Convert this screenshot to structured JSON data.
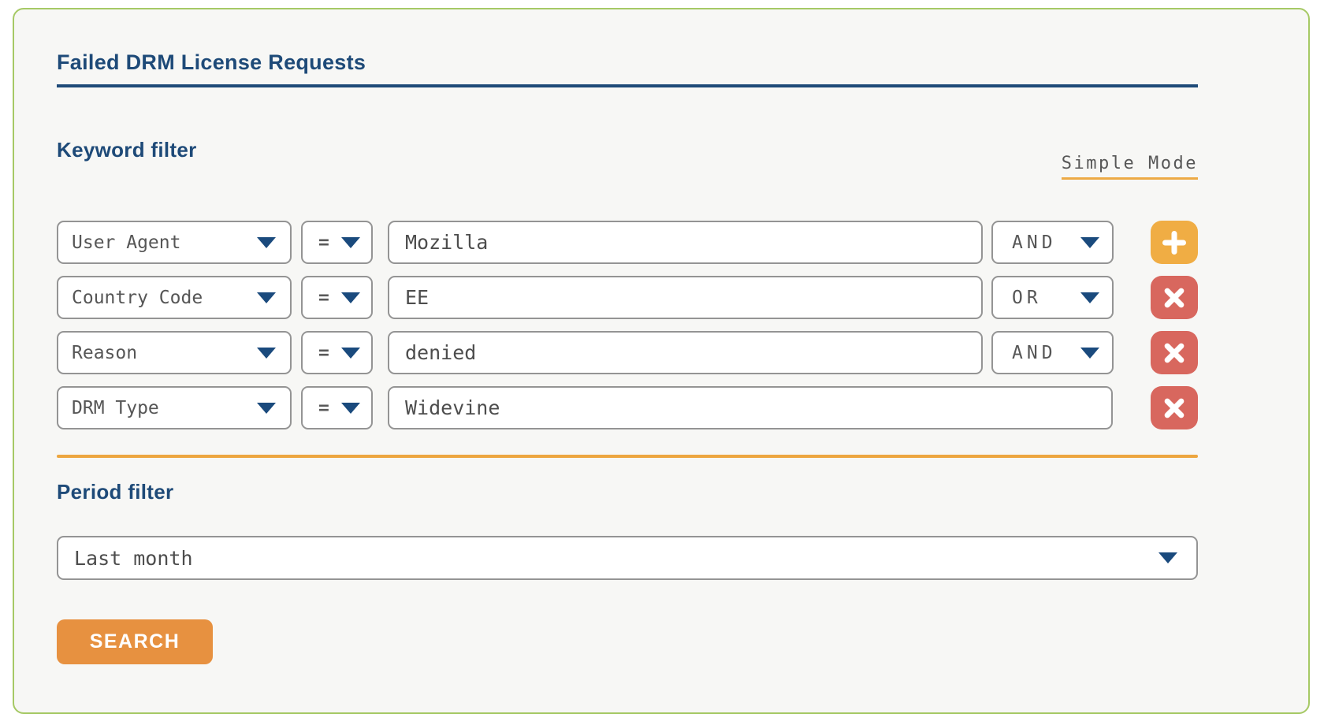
{
  "card": {
    "title": "Failed DRM License Requests",
    "keyword_filter": {
      "heading": "Keyword filter",
      "mode_toggle_label": "Simple Mode",
      "rows": [
        {
          "field": "User Agent",
          "operator": "=",
          "value": "Mozilla",
          "logic": "AND",
          "action": "add"
        },
        {
          "field": "Country Code",
          "operator": "=",
          "value": "EE",
          "logic": "OR",
          "action": "remove"
        },
        {
          "field": "Reason",
          "operator": "=",
          "value": "denied",
          "logic": "AND",
          "action": "remove"
        },
        {
          "field": "DRM Type",
          "operator": "=",
          "value": "Widevine",
          "action": "remove"
        }
      ]
    },
    "period_filter": {
      "heading": "Period filter",
      "selected_option": "Last month"
    },
    "search_button_label": "SEARCH"
  },
  "icons": {
    "dropdown": "chevron-down-icon",
    "add": "plus-icon",
    "remove": "x-icon"
  },
  "colors": {
    "navy": "#1e4a78",
    "orange_accent": "#eda63f",
    "add_button": "#f0ad44",
    "remove_button": "#d8675e",
    "card_border_green": "#a6c965",
    "card_background": "#f7f7f5"
  }
}
